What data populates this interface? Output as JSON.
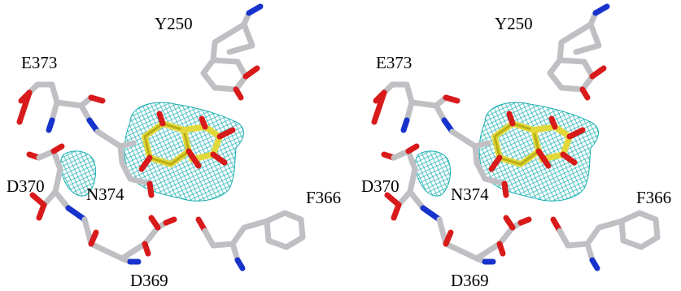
{
  "labels": {
    "tyr": "Y250",
    "glu": "E373",
    "asp370": "D370",
    "asn": "N374",
    "phe": "F366",
    "asp369": "D369"
  },
  "colors": {
    "background": "#ffffff",
    "carbon": "#c0c0c4",
    "oxygen": "#d81a1a",
    "nitrogen": "#1733cc",
    "ligand": "#e3d83a",
    "density_mesh": "#1aaeb0"
  },
  "panels": [
    "left-stereo-view",
    "right-stereo-view"
  ]
}
